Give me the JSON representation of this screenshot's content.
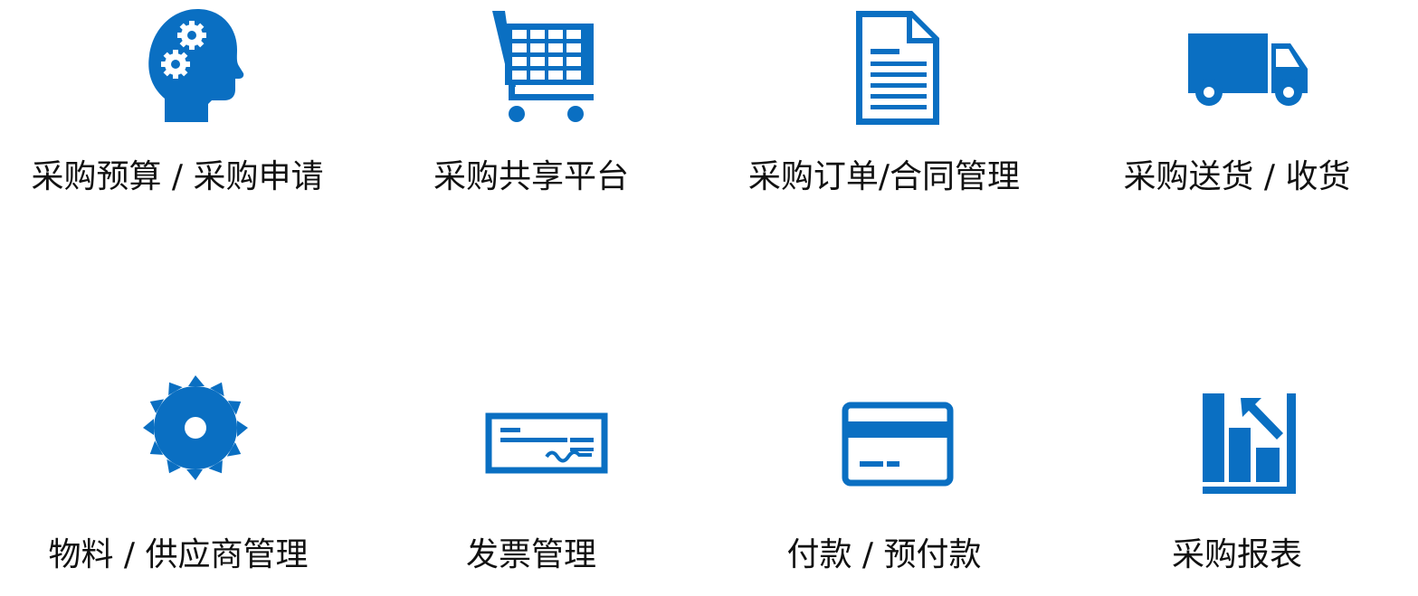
{
  "accent_color": "#0A6FC2",
  "modules": [
    {
      "label": "采购预算 / 采购申请",
      "icon": "head-gears-icon"
    },
    {
      "label": "采购共享平台",
      "icon": "shopping-cart-icon"
    },
    {
      "label": "采购订单/合同管理",
      "icon": "document-icon"
    },
    {
      "label": "采购送货 / 收货",
      "icon": "delivery-truck-icon"
    },
    {
      "label": "物料 / 供应商管理",
      "icon": "saw-blade-icon"
    },
    {
      "label": "发票管理",
      "icon": "check-icon"
    },
    {
      "label": "付款 / 预付款",
      "icon": "credit-card-icon"
    },
    {
      "label": "采购报表",
      "icon": "growth-chart-icon"
    }
  ]
}
